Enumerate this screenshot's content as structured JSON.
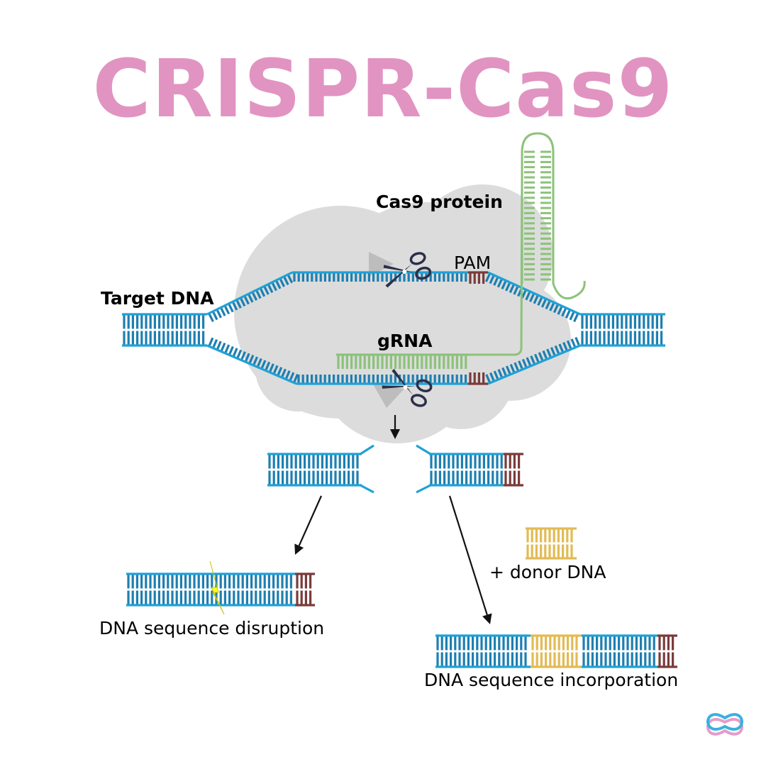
{
  "title": "CRISPR-Cas9",
  "labels": {
    "cas9_protein": "Cas9 protein",
    "pam": "PAM",
    "target_dna": "Target DNA",
    "grna": "gRNA",
    "donor_dna": "+ donor DNA",
    "disruption": "DNA sequence disruption",
    "incorporation": "DNA sequence incorporation"
  },
  "colors": {
    "title": "#e194c1",
    "dna_blue": "#1ea1d6",
    "dna_rung": "#1e7fb0",
    "grna_green": "#8cc27a",
    "pam_red": "#7a3b3b",
    "donor_yellow": "#e2bb55",
    "protein_gray": "#dcdcdc",
    "lightning": "#ffff20",
    "logo_blue": "#39b0e0",
    "logo_pink": "#e59cc9"
  },
  "icons": {
    "scissors": "scissors-icon",
    "lightning": "lightning-bolt-icon",
    "logo": "brand-logo-icon"
  }
}
